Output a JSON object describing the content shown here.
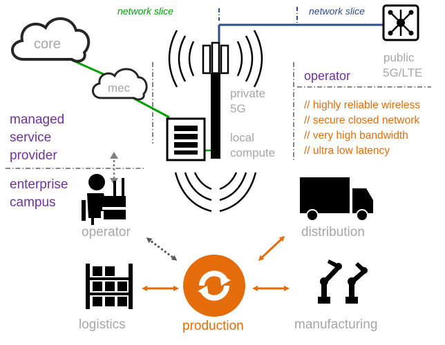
{
  "slices": {
    "left": "network slice",
    "right": "network slice"
  },
  "nodes": {
    "core": "core",
    "mec": "mec",
    "public_line1": "public",
    "public_line2": "5G/LTE",
    "private_line1": "private",
    "private_line2": "5G",
    "local_line1": "local",
    "local_line2": "compute",
    "operator_top": "operator",
    "msp_line1": "managed",
    "msp_line2": "service",
    "msp_line3": "provider",
    "ent_line1": "enterprise",
    "ent_line2": "campus",
    "operator_user": "operator",
    "distribution": "distribution",
    "logistics": "logistics",
    "production": "production",
    "manufacturing": "manufacturing"
  },
  "features": [
    "// highly reliable wireless",
    "// secure closed network",
    "// very high bandwidth",
    "// ultra low latency"
  ],
  "colors": {
    "green_slice": "#00a000",
    "blue_slice": "#2f4d8f",
    "grey_text": "#a6a6a6",
    "purple_text": "#7030a0",
    "orange": "#e46c0a"
  }
}
